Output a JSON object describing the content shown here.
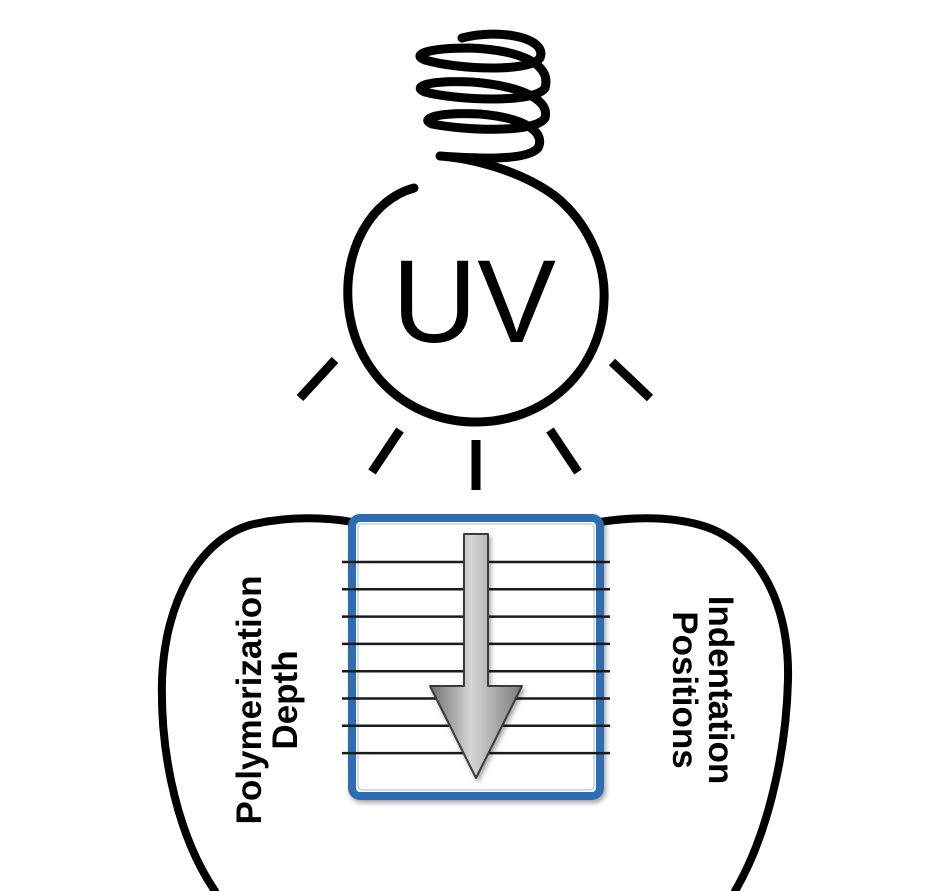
{
  "lamp": {
    "label": "UV"
  },
  "labels": {
    "left_line1": "Polymerization",
    "left_line2": "Depth",
    "right_line1": "Indentation",
    "right_line2": "Positions"
  },
  "colors": {
    "stroke": "#000000",
    "box_border": "#2e6db4",
    "arrow_fill": "#a9a9a9"
  },
  "icons": {
    "lamp": "uv-lamp-icon",
    "arrow": "down-arrow-icon"
  },
  "indentation_line_count": 8
}
